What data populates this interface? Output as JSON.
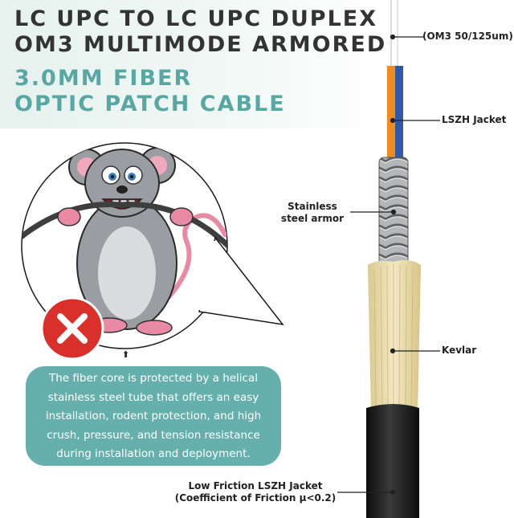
{
  "title": {
    "line1": "LC UPC TO LC UPC DUPLEX",
    "line2": "OM3 MULTIMODE ARMORED",
    "line3": "3.0MM FIBER",
    "line4": "OPTIC PATCH CABLE"
  },
  "labels": {
    "fiber": "(OM3 50/125um)",
    "lszh": "LSZH Jacket",
    "armor_line1": "Stainless",
    "armor_line2": "steel armor",
    "kevlar": "Kevlar",
    "outer_line1": "Low Friction LSZH Jacket",
    "outer_line2": "(Coefficient of Friction μ<0.2)"
  },
  "info": {
    "lines": [
      "The fiber core is protected by a helical",
      "stainless steel tube that offers an easy",
      "installation, rodent protection, and high",
      "crush, pressure, and tension resistance",
      "during installation and deployment."
    ]
  },
  "arrow_glyph": "⬆",
  "colors": {
    "title_dark": "#333333",
    "title_teal": "#58a7a3",
    "info_box": "#65b0ac",
    "fiber_orange": "#f08c1e",
    "fiber_blue": "#2c5aa8",
    "kevlar": "#e8d9a6",
    "jacket": "#1a1a1a",
    "no_badge": "#d9302c",
    "rat_body": "#9a9ea3"
  }
}
